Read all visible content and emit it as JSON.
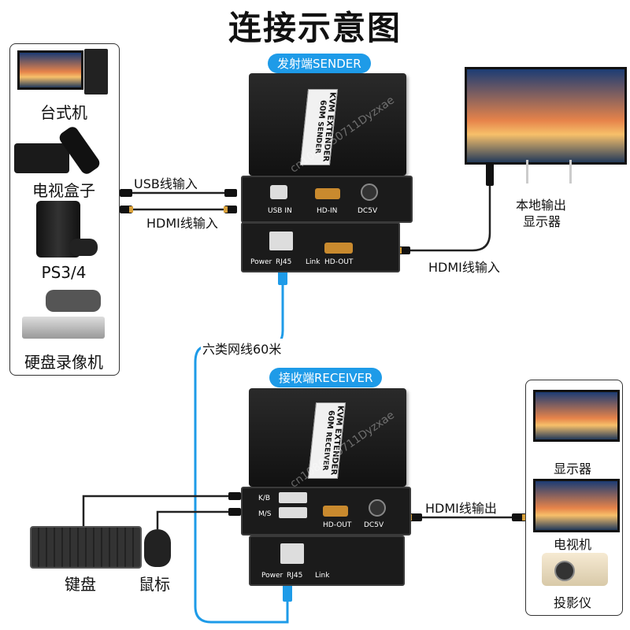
{
  "title": "连接示意图",
  "sender": {
    "badge": "发射端SENDER",
    "sticker_model": "KVM EXTENDER 60M",
    "sticker_role": "SENDER",
    "ports_top": [
      "USB IN",
      "HD-IN",
      "DC5V"
    ],
    "ports_bottom": [
      "Power",
      "RJ45",
      "Link",
      "HD-OUT"
    ]
  },
  "receiver": {
    "badge": "接收端RECEIVER",
    "sticker_model": "KVM EXTENDER 60M",
    "sticker_role": "RECEIVER",
    "usb_labels": [
      "K/B",
      "M/S"
    ],
    "ports_top": [
      "HD-OUT",
      "DC5V"
    ],
    "ports_bottom": [
      "Power",
      "RJ45",
      "Link"
    ]
  },
  "sources": [
    "台式机",
    "电视盒子",
    "PS3/4",
    "硬盘录像机"
  ],
  "local_display": [
    "本地输出",
    "显示器"
  ],
  "outputs": [
    "显示器",
    "电视机",
    "投影仪"
  ],
  "cables": {
    "usb_in": "USB线输入",
    "hdmi_in": "HDMI线输入",
    "hdmi_local": "HDMI线输入",
    "network": "六类网线60米",
    "hdmi_out": "HDMI线输出"
  },
  "peripherals": [
    "键盘",
    "鼠标"
  ],
  "watermark": "cn1086650711Dyzxae",
  "colors": {
    "badge": "#1e9be8",
    "network_cable": "#1e9be8"
  }
}
